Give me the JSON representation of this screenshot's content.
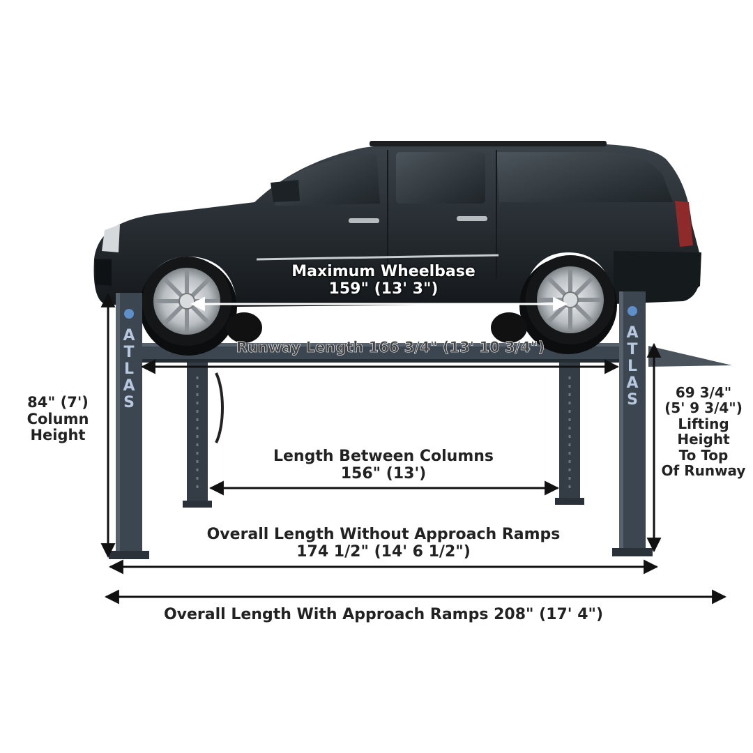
{
  "brand": "ATLAS",
  "labels": {
    "max_wheelbase_line1": "Maximum Wheelbase",
    "max_wheelbase_line2": "159\" (13' 3\")",
    "runway_length": "Runway Length 166 3/4\" (13' 10 3/4\")",
    "column_height_line1": "84\" (7')",
    "column_height_line2": "Column",
    "column_height_line3": "Height",
    "lifting_height_line1": "69 3/4\"",
    "lifting_height_line2": "(5' 9 3/4\")",
    "lifting_height_line3": "Lifting",
    "lifting_height_line4": "Height",
    "lifting_height_line5": "To Top",
    "lifting_height_line6": "Of Runway",
    "between_columns_line1": "Length Between Columns",
    "between_columns_line2": "156\" (13')",
    "without_ramps_line1": "Overall Length Without Approach Ramps",
    "without_ramps_line2": "174 1/2\" (14' 6 1/2\")",
    "with_ramps": "Overall Length With Approach Ramps 208\" (17' 4\")"
  },
  "colors": {
    "vehicle_body": "#2b3136",
    "lift_steel": "#3c4650",
    "column_logo": "#b8c7dd",
    "dimension_arrow": "#111111"
  }
}
